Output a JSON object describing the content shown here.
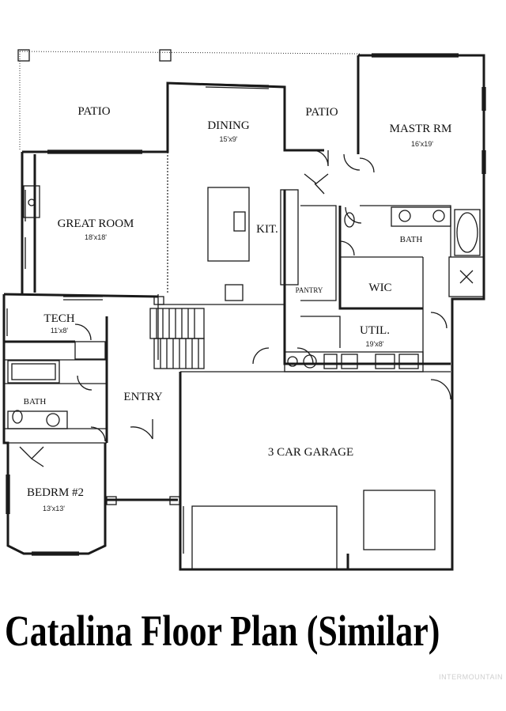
{
  "rooms": {
    "patio_left": {
      "name": "PATIO"
    },
    "dining": {
      "name": "DINING",
      "size": "15'x9'"
    },
    "patio_right": {
      "name": "PATIO"
    },
    "master": {
      "name": "MASTR RM",
      "size": "16'x19'"
    },
    "great_room": {
      "name": "GREAT ROOM",
      "size": "18'x18'"
    },
    "kitchen": {
      "name": "KIT."
    },
    "master_bath": {
      "name": "BATH"
    },
    "pantry": {
      "name": "PANTRY"
    },
    "wic": {
      "name": "WIC"
    },
    "tech": {
      "name": "TECH",
      "size": "11'x8'"
    },
    "util": {
      "name": "UTIL.",
      "size": "19'x8'"
    },
    "bath2": {
      "name": "BATH"
    },
    "entry": {
      "name": "ENTRY"
    },
    "garage": {
      "name": "3 CAR GARAGE"
    },
    "bedroom2": {
      "name": "BEDRM #2",
      "size": "13'x13'"
    }
  },
  "title": "Catalina Floor Plan  (Similar)",
  "watermark": "INTERMOUNTAIN"
}
